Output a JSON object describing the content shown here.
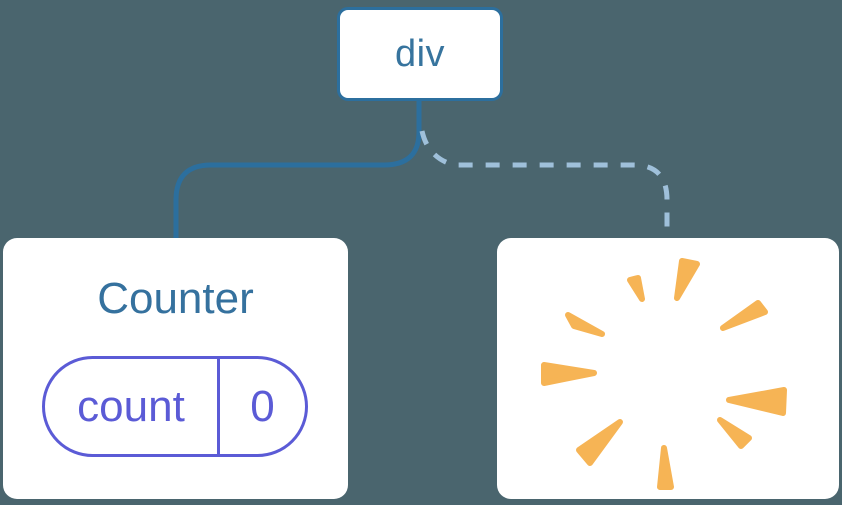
{
  "diagram": {
    "background_color": "#4A656E",
    "root_node": {
      "label": "div"
    },
    "connectors": {
      "solid_color": "#2C6F9E",
      "dashed_color": "#9FC0DA",
      "solid_style": "solid",
      "dashed_style": "dashed"
    },
    "counter_node": {
      "title": "Counter",
      "title_color": "#35719E",
      "state_pill": {
        "key": "count",
        "value": "0",
        "accent_color": "#5B5BD6"
      }
    },
    "removed_node": {
      "icon": "poof-icon",
      "icon_color": "#F6B455"
    },
    "node_border_color": "#2C6F9E",
    "node_text_color": "#37749E"
  }
}
